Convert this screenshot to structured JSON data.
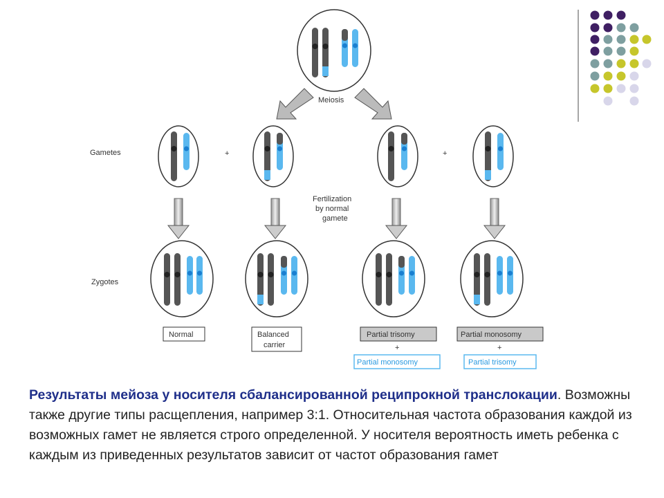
{
  "diagram": {
    "meiosis_label": "Meiosis",
    "gametes_label": "Gametes",
    "zygotes_label": "Zygotes",
    "plus": "+",
    "fertilization": [
      "Fertilization",
      "by normal",
      "gamete"
    ],
    "outcomes": {
      "normal": "Normal",
      "balanced": [
        "Balanced",
        "carrier"
      ],
      "trisomy_a": "Partial trisomy",
      "monosomy_a": "Partial monosomy",
      "monosomy_b": "Partial monosomy",
      "trisomy_b": "Partial trisomy"
    }
  },
  "caption": {
    "highlight": "Результаты мейоза у носителя сбалансированной реципрокной транслокации",
    "rest": ". Возможны также другие типы расщепления, например 3:1. Относительная частота образования каждой из возможных гамет не является строго определенной. У носителя вероятность иметь ребенка с каждым из приведенных результатов зависит от частот образования гамет"
  },
  "decor": {
    "colors": {
      "purple": "#3f1f63",
      "teal": "#7e9fa0",
      "olive": "#c6c62b",
      "lavender": "#d8d6ea"
    }
  }
}
